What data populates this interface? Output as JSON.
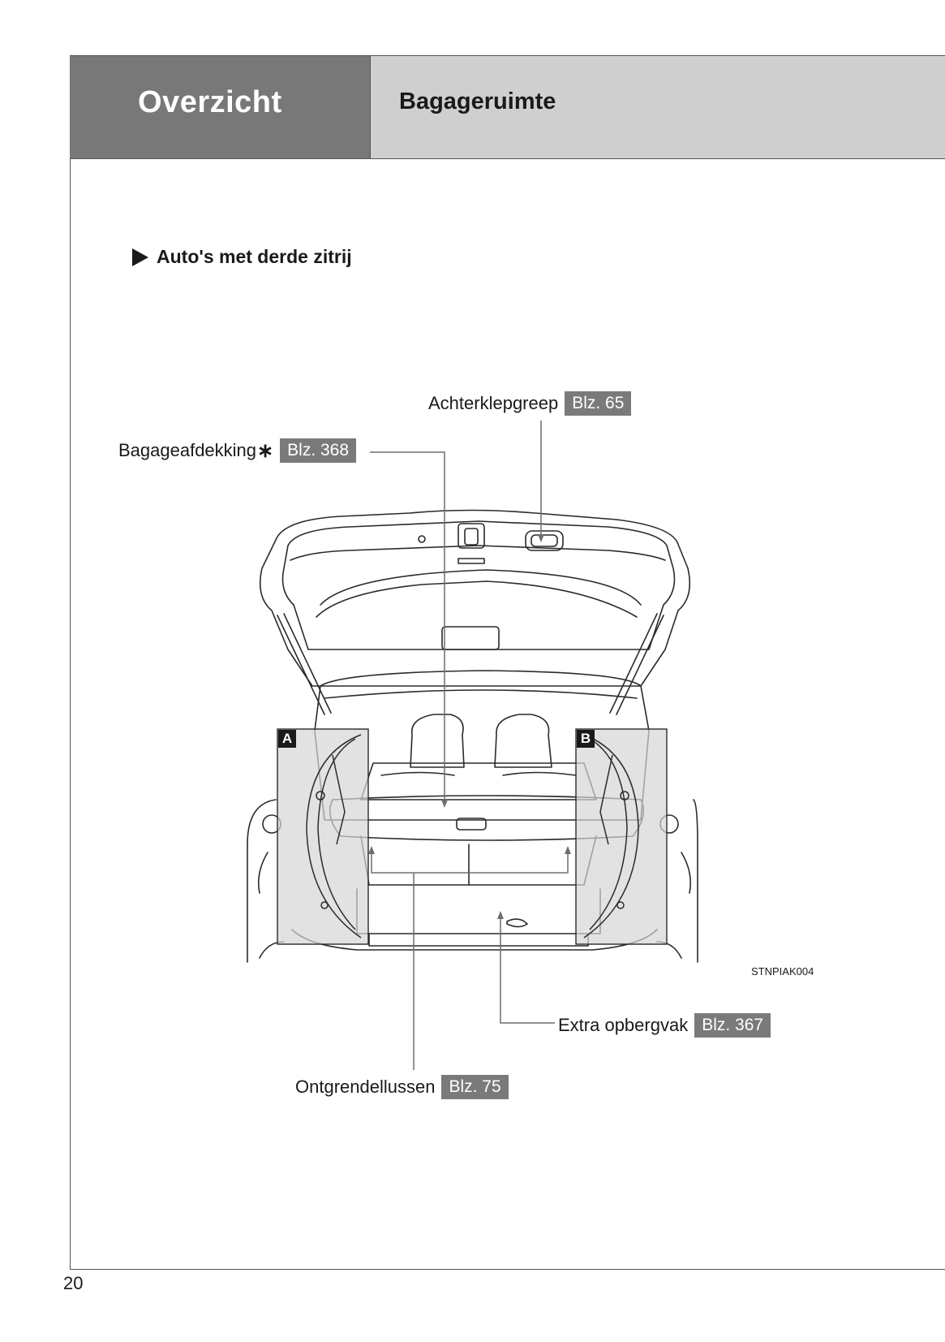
{
  "header": {
    "section_title": "Overzicht",
    "page_title": "Bagageruimte"
  },
  "subsection": {
    "label": "Auto's met derde zitrij"
  },
  "callouts": {
    "tailgate_handle": {
      "label": "Achterklepgreep",
      "ref": "Blz. 65"
    },
    "tonneau_cover": {
      "label": "Bagageafdekking",
      "marker": "∗",
      "ref": "Blz. 368"
    },
    "extra_storage": {
      "label": "Extra opbergvak",
      "ref": "Blz. 367"
    },
    "release_straps": {
      "label": "Ontgrendellussen",
      "ref": "Blz. 75"
    }
  },
  "detail_labels": {
    "left": "A",
    "right": "B"
  },
  "illustration_code": "STNPIAK004",
  "page_number": "20"
}
